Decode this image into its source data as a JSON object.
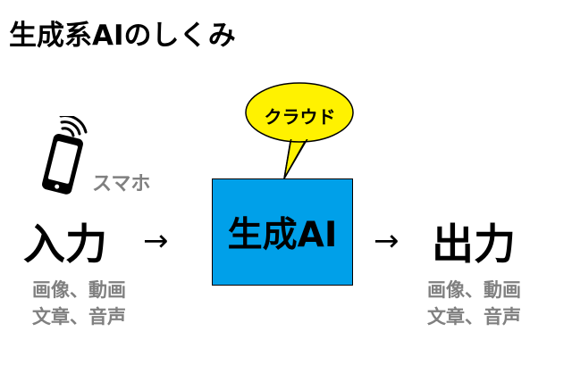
{
  "title": "生成系AIのしくみ",
  "input": {
    "device_icon": "smartphone-icon",
    "device_label": "スマホ",
    "label": "入力",
    "arrow": "→",
    "media": [
      "画像、動画",
      "文章、音声"
    ]
  },
  "core": {
    "label": "生成AI",
    "box_color": "#00a0e9"
  },
  "cloud_bubble": {
    "label": "クラウド",
    "color": "#fff200"
  },
  "output": {
    "arrow": "→",
    "label": "出力",
    "media": [
      "画像、動画",
      "文章、音声"
    ]
  }
}
